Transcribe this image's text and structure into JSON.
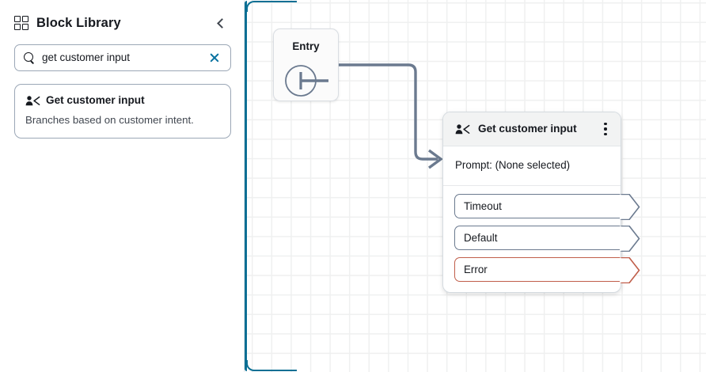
{
  "sidebar": {
    "icon": "grid-blocks-icon",
    "title": "Block Library",
    "collapse_icon": "chevron-left-icon",
    "search": {
      "icon": "search-icon",
      "value": "get customer input",
      "placeholder": "Search blocks",
      "clear_icon": "close-x-icon",
      "clear_color": "#0972a0"
    },
    "results": [
      {
        "icon": "person-branch-icon",
        "title": "Get customer input",
        "description": "Branches based on customer intent."
      }
    ]
  },
  "canvas": {
    "focus_border_color": "#0b6f94",
    "grid_color": "#eff0f0",
    "edge_color": "#6b7a8f",
    "nodes": {
      "entry": {
        "label": "Entry",
        "port_icon": "entry-port-icon"
      },
      "get_customer_input": {
        "icon": "person-branch-icon",
        "title": "Get customer input",
        "menu_icon": "kebab-menu-icon",
        "prompt": "Prompt: (None selected)",
        "branches": [
          {
            "label": "Timeout",
            "color": "#6b7a8f",
            "type": "normal"
          },
          {
            "label": "Default",
            "color": "#6b7a8f",
            "type": "normal"
          },
          {
            "label": "Error",
            "color": "#c05e4a",
            "type": "error"
          }
        ]
      }
    }
  }
}
